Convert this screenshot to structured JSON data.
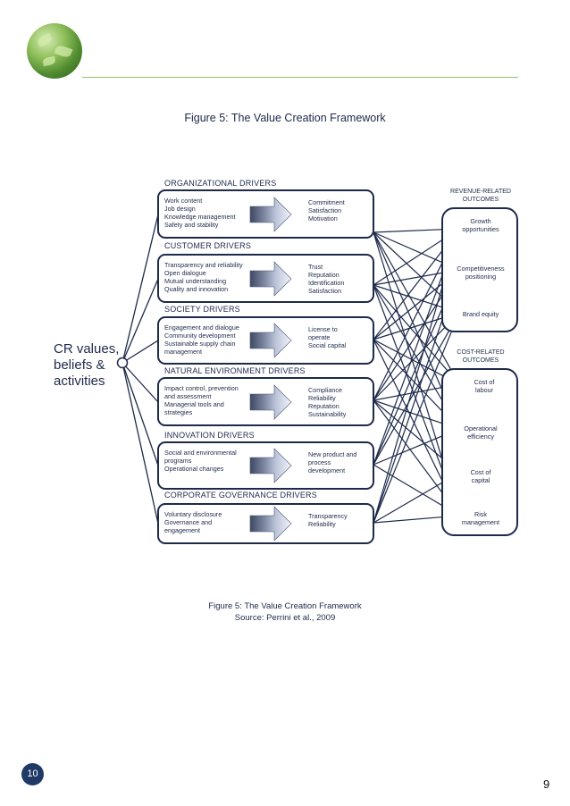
{
  "figure_title": "Figure 5: The Value Creation Framework",
  "caption": {
    "line1": "Figure 5: The Value Creation Framework",
    "line2": "Source: Perrini et al., 2009"
  },
  "origin": {
    "line1": "CR values,",
    "line2": "beliefs &",
    "line3": "activities"
  },
  "drivers": [
    {
      "title": "ORGANIZATIONAL DRIVERS",
      "inputs": "Work content\nJob design\nKnowledge management\nSafety and stability",
      "outputs": "Commitment\nSatisfaction\nMotivation"
    },
    {
      "title": "CUSTOMER DRIVERS",
      "inputs": "Transparency and reliability\nOpen dialogue\nMutual understanding\nQuality and innovation",
      "outputs": "Trust\nReputation\nIdentification\nSatisfaction"
    },
    {
      "title": "SOCIETY DRIVERS",
      "inputs": "Engagement and dialogue\nCommunity development\nSustainable supply chain\nmanagement",
      "outputs": "License to\noperate\nSocial capital"
    },
    {
      "title": "NATURAL ENVIRONMENT DRIVERS",
      "inputs": "Impact control, prevention\nand assessment\nManagerial tools and\nstrategies",
      "outputs": "Compliance\nReliability\nReputation\nSustainability"
    },
    {
      "title": "INNOVATION DRIVERS",
      "inputs": "Social and environmental\nprograms\nOperational changes",
      "outputs": "New product and\nprocess\ndevelopment"
    },
    {
      "title": "CORPORATE GOVERNANCE DRIVERS",
      "inputs": "Voluntary disclosure\nGovernance and\nengagement",
      "outputs": "Transparency\nReliability"
    }
  ],
  "revenue_outcomes": {
    "title": "REVENUE-RELATED\nOUTCOMES",
    "items": [
      "Growth\nopportunities",
      "Competitiveness\npositioning",
      "Brand equity"
    ]
  },
  "cost_outcomes": {
    "title": "COST-RELATED\nOUTCOMES",
    "items": [
      "Cost of\nlabour",
      "Operational\nefficiency",
      "Cost of\ncapital",
      "Risk\nmanagement"
    ]
  },
  "page": {
    "badge": "10",
    "number": "9"
  },
  "colors": {
    "navy": "#1e2a4a",
    "accent_green": "#8fc069",
    "badge_blue": "#1f3a66"
  }
}
